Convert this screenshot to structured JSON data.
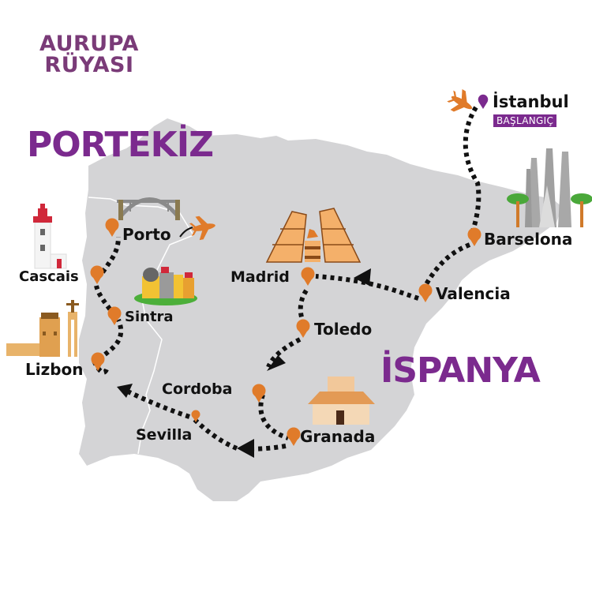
{
  "title": {
    "line1": "AURUPA",
    "line2": "RÜYASI"
  },
  "countries": {
    "portugal": "PORTEKİZ",
    "spain": "İSPANYA"
  },
  "start": {
    "city": "İstanbul",
    "badge": "BAŞLANGIÇ"
  },
  "cities": [
    {
      "name": "Porto"
    },
    {
      "name": "Cascais"
    },
    {
      "name": "Sintra"
    },
    {
      "name": "Lizbon"
    },
    {
      "name": "Sevilla"
    },
    {
      "name": "Cordoba"
    },
    {
      "name": "Granada"
    },
    {
      "name": "Toledo"
    },
    {
      "name": "Madrid"
    },
    {
      "name": "Valencia"
    },
    {
      "name": "Barselona"
    }
  ],
  "icons": {
    "pin": "map-pin-icon",
    "plane": "airplane-icon",
    "landmarks": [
      "dom-luis-bridge",
      "cascais-lighthouse",
      "pena-palace",
      "belem-tower",
      "kio-towers",
      "alhambra",
      "sagrada-familia"
    ]
  },
  "colors": {
    "land": "#d4d4d6",
    "border": "#ffffff",
    "pin": "#e07b2a",
    "purple": "#7b2a8e",
    "title": "#7a3b78",
    "route": "#111111"
  }
}
